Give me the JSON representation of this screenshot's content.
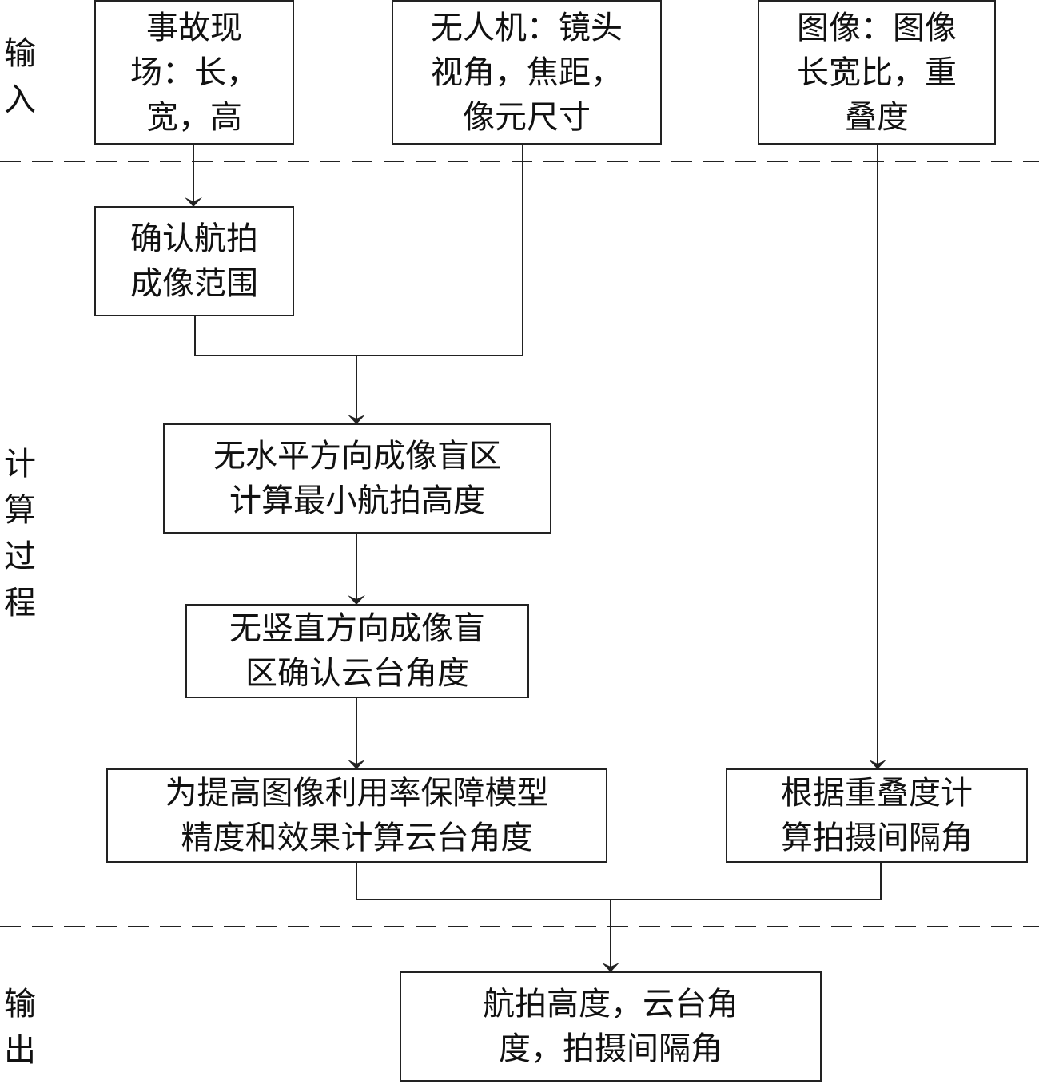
{
  "sections": {
    "input": "输\n入",
    "process": "计\n算\n过\n程",
    "output": "输\n出"
  },
  "nodes": {
    "scene": "事故现\n场：长，\n宽，高",
    "uav": "无人机：镜头\n视角，焦距，\n像元尺寸",
    "image": "图像：图像\n长宽比，重\n叠度",
    "range": "确认航拍\n成像范围",
    "min_height": "无水平方向成像盲区\n计算最小航拍高度",
    "gimbal_confirm": "无竖直方向成像盲\n区确认云台角度",
    "gimbal_calc": "为提高图像利用率保障模型\n精度和效果计算云台角度",
    "interval": "根据重叠度计\n算拍摄间隔角",
    "result": "航拍高度，云台角\n度，拍摄间隔角"
  }
}
